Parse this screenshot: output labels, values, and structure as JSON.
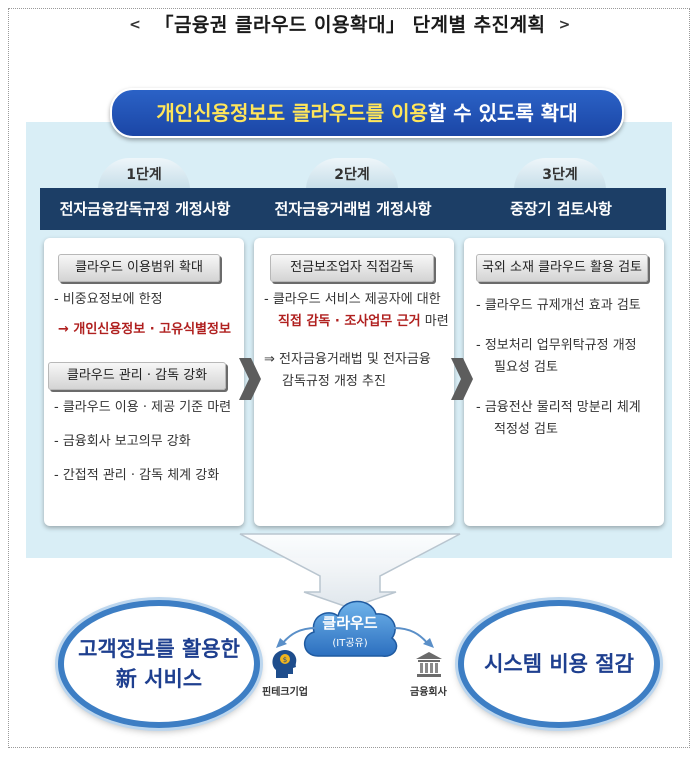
{
  "title": {
    "left_mark": "<",
    "text": "「금융권 클라우드 이용확대」 단계별 추진계획",
    "right_mark": ">"
  },
  "headline": {
    "part1": "개인신용정보도 클라우드를 이용",
    "part2": "할 수 있도록 확대"
  },
  "stages": [
    {
      "tab": "1단계",
      "header": "전자금융감독규정 개정사항",
      "sections": [
        {
          "heading": "클라우드 이용범위 확대",
          "items": [
            {
              "text": "- 비중요정보에 한정",
              "style": "normal"
            },
            {
              "text": "→ 개인신용정보 · 고유식별정보",
              "style": "red"
            }
          ]
        },
        {
          "heading": "클라우드 관리 · 감독 강화",
          "items": [
            {
              "text": "- 클라우드 이용 · 제공 기준 마련",
              "style": "normal"
            },
            {
              "text": "- 금융회사 보고의무 강화",
              "style": "normal"
            },
            {
              "text": "- 간접적 관리 · 감독 체계 강화",
              "style": "normal"
            }
          ]
        }
      ]
    },
    {
      "tab": "2단계",
      "header": "전자금융거래법 개정사항",
      "sections": [
        {
          "heading": "전금보조업자 직접감독",
          "items": [
            {
              "text": "- 클라우드 서비스 제공자에 대한",
              "style": "normal"
            },
            {
              "text": "직접 감독 · 조사업무 근거",
              "style": "red"
            },
            {
              "text": "마련",
              "style": "normal"
            },
            {
              "text": "⇒ 전자금융거래법 및 전자금융",
              "style": "normal"
            },
            {
              "text": "감독규정 개정 추진",
              "style": "normal"
            }
          ]
        }
      ]
    },
    {
      "tab": "3단계",
      "header": "중장기 검토사항",
      "sections": [
        {
          "heading": "국외 소재 클라우드 활용 검토",
          "items": [
            {
              "text": "- 클라우드 규제개선 효과 검토",
              "style": "normal"
            },
            {
              "text": "- 정보처리 업무위탁규정 개정",
              "style": "normal"
            },
            {
              "text": "필요성 검토",
              "style": "normal"
            },
            {
              "text": "- 금융전산 물리적 망분리 체계",
              "style": "normal"
            },
            {
              "text": "적정성 검토",
              "style": "normal"
            }
          ]
        }
      ]
    }
  ],
  "bottom": {
    "left_oval": [
      "고객정보를 활용한",
      "新 서비스"
    ],
    "right_oval": "시스템 비용 절감",
    "cloud_label": "클라우드",
    "cloud_sub": "(IT공유)",
    "left_entity": "핀테크기업",
    "right_entity": "금융회사"
  },
  "colors": {
    "headline_blue": "#1b46a6",
    "highlight_yellow": "#ffe65a",
    "stage_header_navy": "#1c3e66",
    "panel_bg": "#d9eef6",
    "accent_red": "#b0201f",
    "oval_border": "#3d7ec4"
  }
}
